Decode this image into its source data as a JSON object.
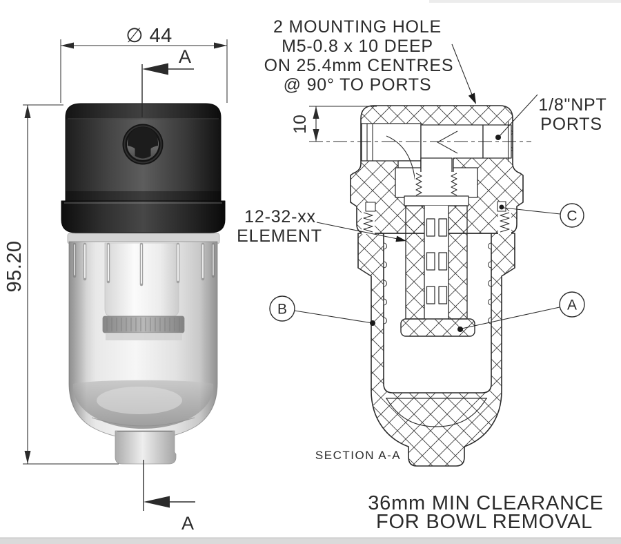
{
  "colors": {
    "line": "#2b2b2b",
    "paper": "#ffffff",
    "hatch": "#3c3c3c"
  },
  "notes": {
    "mounting_hole": {
      "line1": "2 MOUNTING HOLE",
      "line2": "M5-0.8 x 10 DEEP",
      "line3": "ON 25.4mm CENTRES",
      "line4": "@ 90° TO PORTS"
    },
    "ports": {
      "line1": "1/8\"NPT",
      "line2": "PORTS"
    },
    "element": {
      "line1": "12-32-xx",
      "line2": "ELEMENT"
    },
    "clearance": {
      "line1": "36mm MIN CLEARANCE",
      "line2": "FOR BOWL REMOVAL"
    }
  },
  "labels": {
    "section_view": "SECTION A-A",
    "section_cut_top": "A",
    "section_cut_bottom": "A"
  },
  "dimensions": {
    "outer_diameter": "∅ 44",
    "overall_height": "95.20",
    "port_depth": "10"
  },
  "balloons": {
    "a": "A",
    "b": "B",
    "c": "C"
  }
}
